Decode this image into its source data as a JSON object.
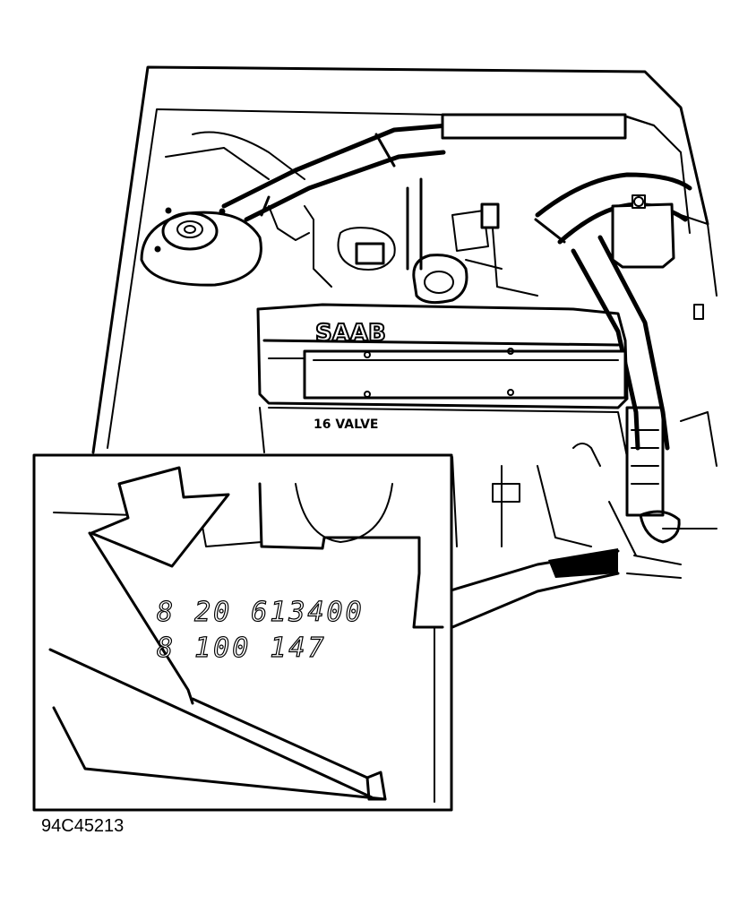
{
  "diagram": {
    "engine_logo": "SAAB",
    "valve_cover_label": "16 VALVE",
    "stamp_line_1": "8 20 613400",
    "stamp_line_2": "8 100 147",
    "figure_code": "94C45213"
  }
}
